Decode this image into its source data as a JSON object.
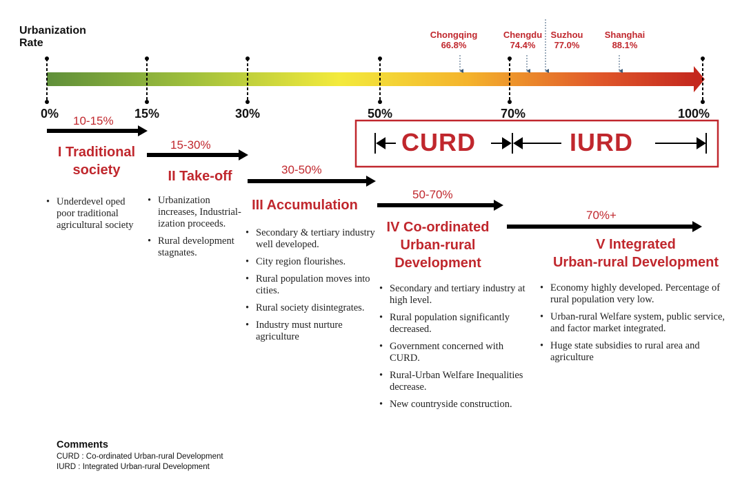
{
  "axis_title": [
    "Urbanization",
    "Rate"
  ],
  "colors": {
    "red": "#c0272d",
    "black": "#000000",
    "gradient_start": "#6e9a3c",
    "gradient_mid": "#f2e33a",
    "gradient_end": "#c9281f"
  },
  "ticks": [
    "0%",
    "15%",
    "30%",
    "50%",
    "70%",
    "100%"
  ],
  "cities": [
    {
      "name": "Chongqing",
      "rate": "66.8%"
    },
    {
      "name": "Chengdu",
      "rate": "74.4%"
    },
    {
      "name": "Suzhou",
      "rate": "77.0%"
    },
    {
      "name": "Shanghai",
      "rate": "88.1%"
    }
  ],
  "bands": {
    "curd": "CURD",
    "iurd": "IURD"
  },
  "stages": [
    {
      "range": "10-15%",
      "title": [
        "I Traditional",
        "society"
      ],
      "bullets": [
        "Underdevel oped poor traditional agricultural society"
      ]
    },
    {
      "range": "15-30%",
      "title": [
        "II Take-off"
      ],
      "bullets": [
        "Urbanization increases, Industrial- ization proceeds.",
        "Rural development stagnates."
      ]
    },
    {
      "range": "30-50%",
      "title": [
        "III Accumulation"
      ],
      "bullets": [
        "Secondary & tertiary industry well developed.",
        "City region flourishes.",
        "Rural population moves into cities.",
        "Rural society disintegrates.",
        "Industry must nurture agriculture"
      ]
    },
    {
      "range": "50-70%",
      "title": [
        "IV Co-ordinated",
        "Urban-rural",
        "Development"
      ],
      "bullets": [
        "Secondary and tertiary industry at high level.",
        "Rural population significantly decreased.",
        "Government concerned with CURD.",
        "Rural-Urban Welfare Inequalities decrease.",
        "New countryside construction."
      ]
    },
    {
      "range": "70%+",
      "title": [
        "V Integrated",
        "Urban-rural Development"
      ],
      "bullets": [
        "Economy highly developed. Percentage of rural population very low.",
        "Urban-rural Welfare system, public service, and factor market integrated.",
        "Huge state subsidies to  rural area and agriculture"
      ]
    }
  ],
  "comments": {
    "title": "Comments",
    "lines": [
      "CURD :  Co-ordinated Urban-rural Development",
      "IURD : Integrated Urban-rural Development"
    ]
  }
}
